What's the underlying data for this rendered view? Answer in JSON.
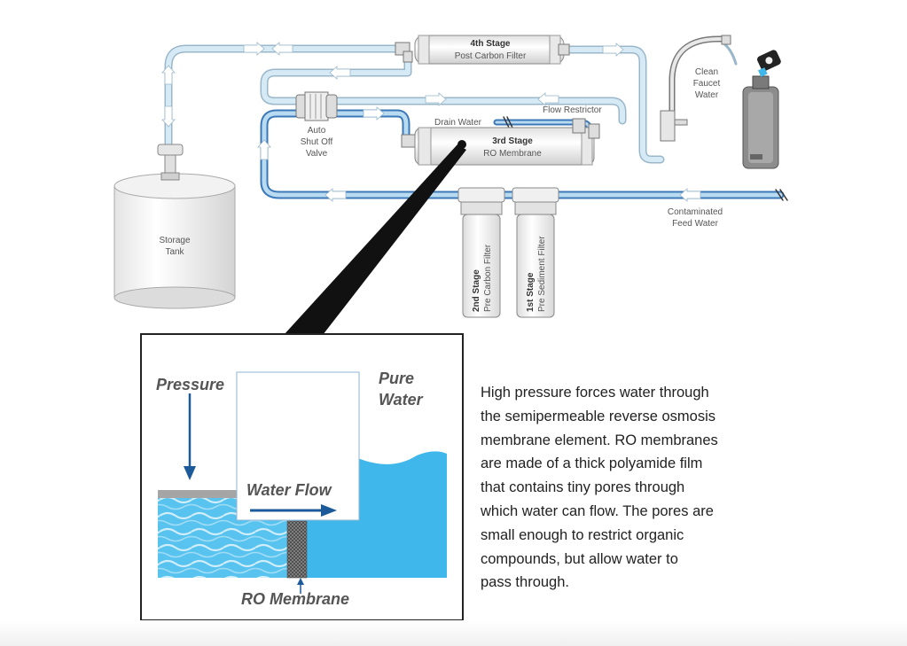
{
  "diagram": {
    "labels": {
      "stage4_title": "4th Stage",
      "stage4_sub": "Post Carbon Filter",
      "clean_faucet": [
        "Clean",
        "Faucet",
        "Water"
      ],
      "flow_restrictor": "Flow Restrictor",
      "drain_water": "Drain Water",
      "auto_valve": [
        "Auto",
        "Shut Off",
        "Valve"
      ],
      "stage3_title": "3rd Stage",
      "stage3_sub": "RO Membrane",
      "storage_tank": [
        "Storage",
        "Tank"
      ],
      "contaminated": [
        "Contaminated",
        "Feed Water"
      ],
      "stage2_title": "2nd Stage",
      "stage2_sub": "Pre Carbon Filter",
      "stage1_title": "1st Stage",
      "stage1_sub": "Pre Sediment Filter"
    },
    "inset": {
      "pressure": "Pressure",
      "pure_water": [
        "Pure",
        "Water"
      ],
      "water_flow": "Water Flow",
      "ro_membrane": "RO Membrane"
    },
    "colors": {
      "pipe_light": "#cfe6f3",
      "pipe_dark": "#4a88c7",
      "water": "#3fb7ea",
      "arrow": "#1d5a99"
    }
  },
  "description": [
    "High pressure forces water through",
    "the semipermeable reverse osmosis",
    "membrane element. RO membranes",
    "are made of a thick polyamide film",
    "that contains tiny pores through",
    "which water can flow. The pores are",
    "small enough to restrict organic",
    "compounds, but allow water to",
    "pass through."
  ]
}
